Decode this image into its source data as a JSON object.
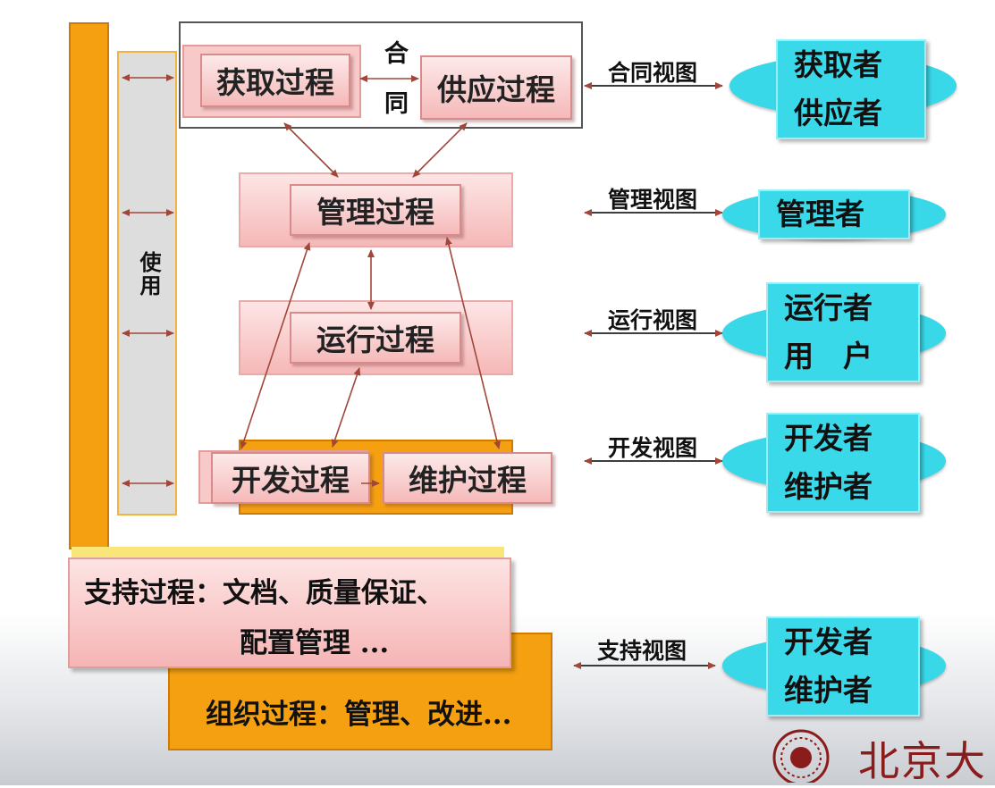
{
  "use_bar": {
    "label": "使用"
  },
  "contract": {
    "label_top": "合",
    "label_bottom": "同"
  },
  "processes": {
    "acquire": "获取过程",
    "supply": "供应过程",
    "manage": "管理过程",
    "operate": "运行过程",
    "develop": "开发过程",
    "maintain": "维护过程"
  },
  "views": {
    "contract": "合同视图",
    "manage": "管理视图",
    "operate": "运行视图",
    "develop": "开发视图",
    "support": "支持视图"
  },
  "roles": {
    "contract": [
      "获取者",
      "供应者"
    ],
    "manage": [
      "管理者"
    ],
    "operate": [
      "运行者",
      "用　户"
    ],
    "develop": [
      "开发者",
      "维护者"
    ],
    "support": [
      "开发者",
      "维护者"
    ]
  },
  "support": {
    "line1": "支持过程：文档、质量保证、",
    "line2": "配置管理 ..."
  },
  "organization": {
    "label": "组织过程：管理、改进..."
  },
  "logo": {
    "text": "北京大"
  },
  "colors": {
    "orange": "#f5a010",
    "pink": "#f6b8b8",
    "cyan": "#38d8e8",
    "arrow": "#a0473a"
  }
}
